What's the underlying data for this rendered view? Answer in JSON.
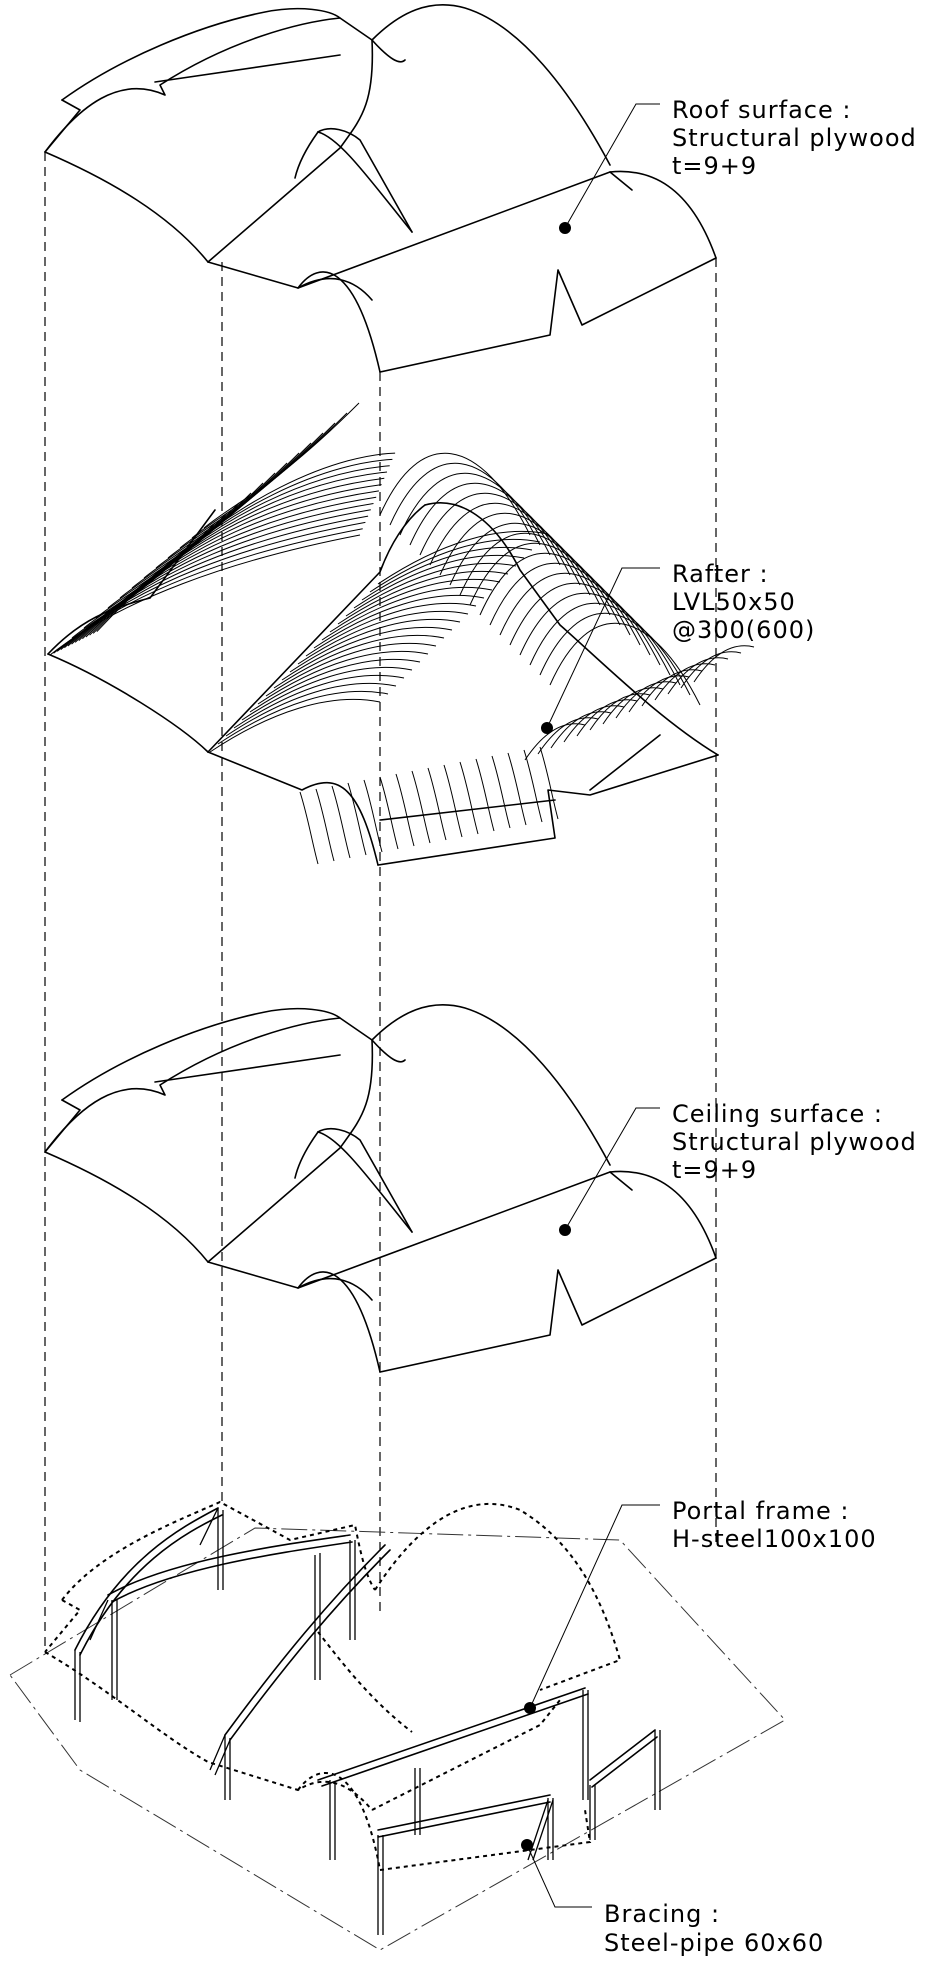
{
  "layers": [
    {
      "id": "roof",
      "line1": "Roof surface :",
      "line2": "Structural plywood",
      "line3": "t=9+9"
    },
    {
      "id": "rafter",
      "line1": "Rafter :",
      "line2": "LVL50x50",
      "line3": "@300(600)"
    },
    {
      "id": "ceiling",
      "line1": "Ceiling surface :",
      "line2": "Structural plywood",
      "line3": "t=9+9"
    },
    {
      "id": "portal",
      "line1": "Portal frame :",
      "line2": "H-steel100x100"
    },
    {
      "id": "bracing",
      "line1": "Bracing :",
      "line2": "Steel-pipe  60x60"
    }
  ]
}
